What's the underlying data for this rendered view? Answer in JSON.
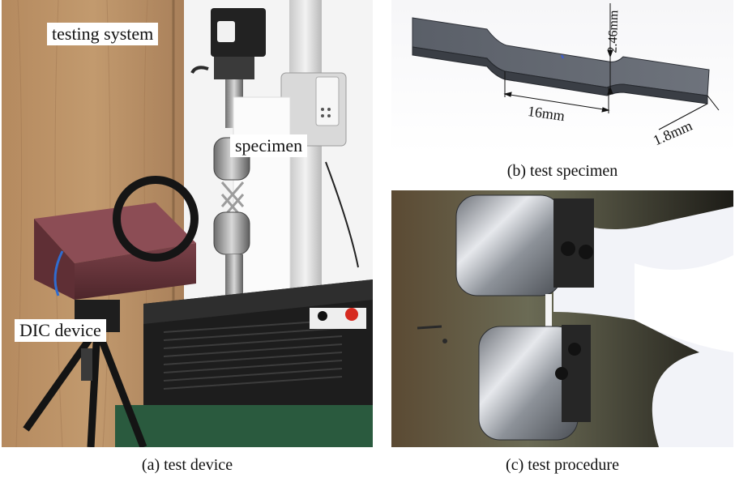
{
  "panel_a": {
    "caption": "(a) test device",
    "label_testing_system": "testing system",
    "label_specimen": "specimen",
    "label_dic_device": "DIC device"
  },
  "panel_b": {
    "caption": "(b) test specimen",
    "dim_gauge_length": "16mm",
    "dim_width": "2.46mm",
    "dim_thickness": "1.8mm"
  },
  "panel_c": {
    "caption": "(c) test procedure"
  }
}
